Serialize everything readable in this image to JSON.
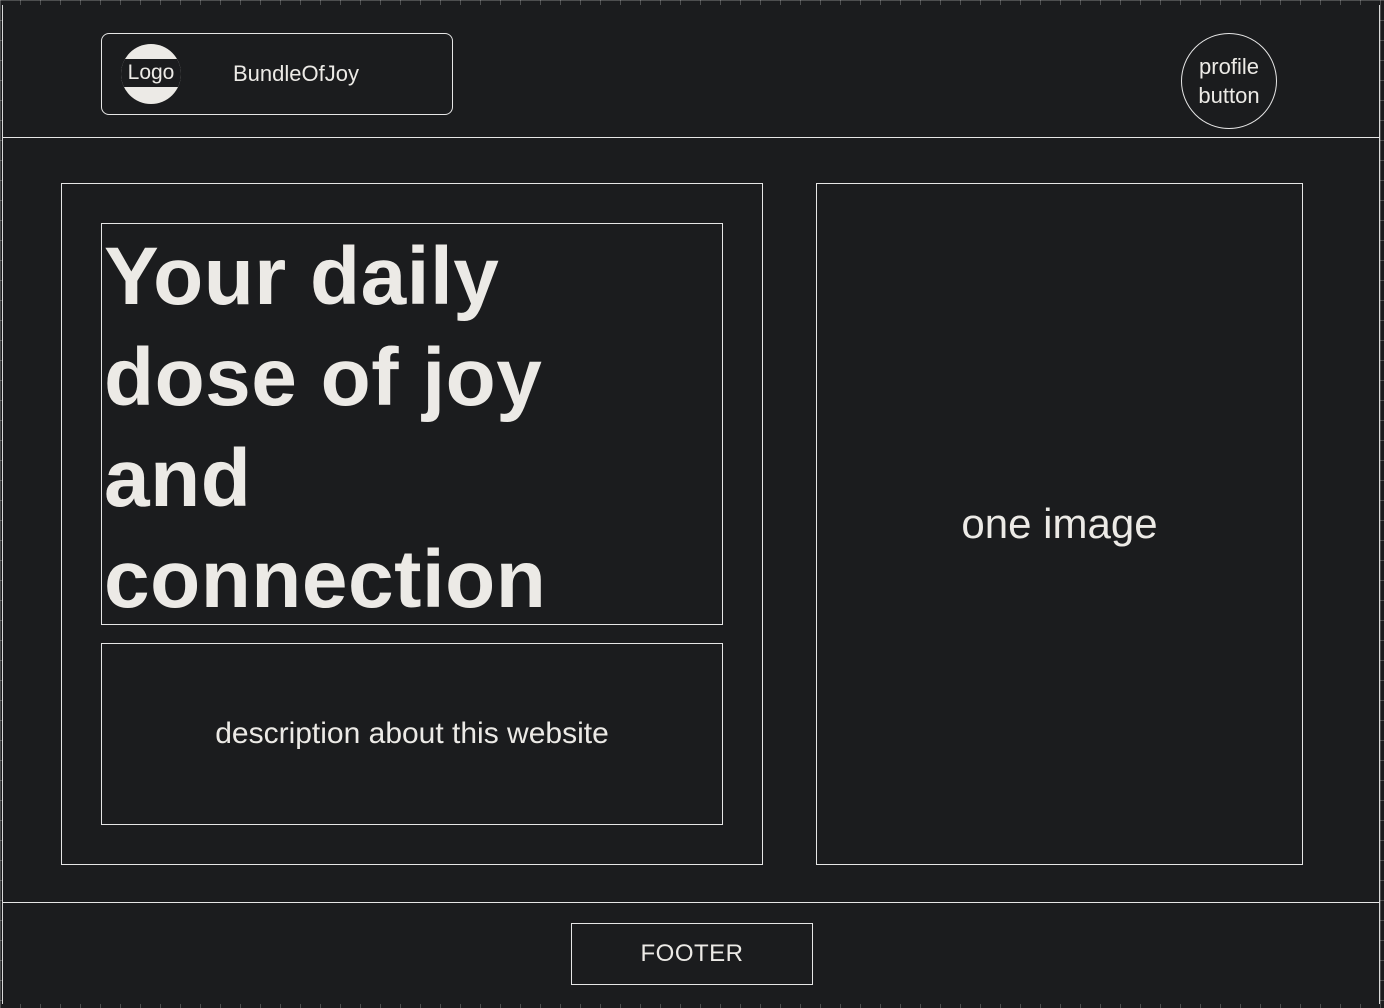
{
  "header": {
    "logo_label": "Logo",
    "brand_name": "BundleOfJoy",
    "profile_button_label": "profile button"
  },
  "hero": {
    "headline": "Your daily dose of joy and connection",
    "description": "description about this website",
    "image_placeholder": "one image"
  },
  "footer": {
    "label": "FOOTER"
  },
  "colors": {
    "background": "#1b1c1e",
    "foreground": "#eceae6",
    "outline": "#e6e6e6"
  }
}
